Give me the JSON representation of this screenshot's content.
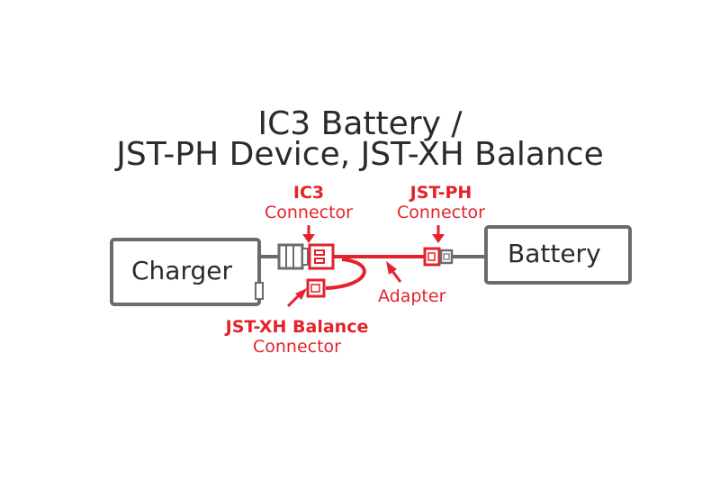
{
  "title": {
    "line1": "IC3 Battery /",
    "line2": "JST-PH Device, JST-XH Balance"
  },
  "charger_label": "Charger",
  "battery_label": "Battery",
  "ic3_label": {
    "bold": "IC3",
    "text": "Connector"
  },
  "jstph_label": {
    "bold": "JST-PH",
    "text": "Connector"
  },
  "jstxh_label": {
    "bold": "JST-XH Balance",
    "text": "Connector"
  },
  "adapter_label": "Adapter",
  "colors": {
    "accent": "#e3232b",
    "outline": "#6b6b6b",
    "text": "#2b2b2b"
  }
}
